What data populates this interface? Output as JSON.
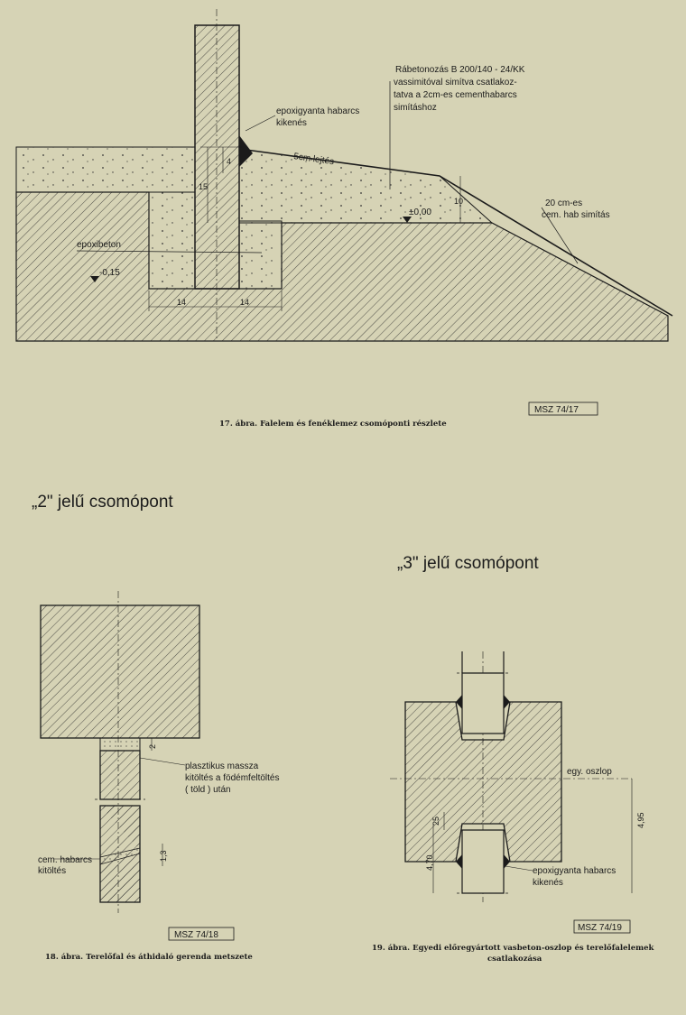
{
  "figure17": {
    "labels": {
      "rabeton_1": "Rábetonozás  B 200/140 - 24/KK",
      "rabeton_2": "vassimitóval simítva csatlakoz-",
      "rabeton_3": "tatva  a  2cm-es  cementhabarcs",
      "rabeton_4": "simításhoz",
      "epoxi_1": "epoxigyanta habarcs",
      "epoxi_2": "kikenés",
      "slope": "5cm lejtés",
      "cem_1": "20 cm-es",
      "cem_2": "cem. hab simítás",
      "epoxibeton": "epoxibeton",
      "level_000": "±0,00",
      "level_015": "-0,15",
      "dim_4": "4",
      "dim_15": "15",
      "dim_10": "10",
      "dim_14a": "14",
      "dim_14b": "14"
    },
    "stamp": "MSZ 74/17",
    "caption": "17. ábra. Falelem és fenéklemez csomóponti részlete"
  },
  "heading2": "„2\" jelű  csomópont",
  "heading3": "„3\" jelű  csomópont",
  "figure18": {
    "labels": {
      "plast_1": "plasztikus massza",
      "plast_2": "kitöltés  a  födémfeltöltés",
      "plast_3": "( töld )  után",
      "cem_1": "cem. habarcs",
      "cem_2": "kitöltés",
      "dim_2": "2",
      "dim_13": "1,3"
    },
    "stamp": "MSZ 74/18",
    "caption": "18. ábra. Terelőfal és áthidaló gerenda metszete"
  },
  "figure19": {
    "labels": {
      "column": "egy. oszlop",
      "epoxi_1": "epoxigyanta  habarcs",
      "epoxi_2": "kikenés",
      "dim_495": "4,95",
      "dim_470": "4,70",
      "dim_25": "25"
    },
    "stamp": "MSZ 74/19",
    "caption_1": "19. ábra. Egyedi előregyártott vasbeton-oszlop és terelőfalelemek",
    "caption_2": "csatlakozása"
  }
}
